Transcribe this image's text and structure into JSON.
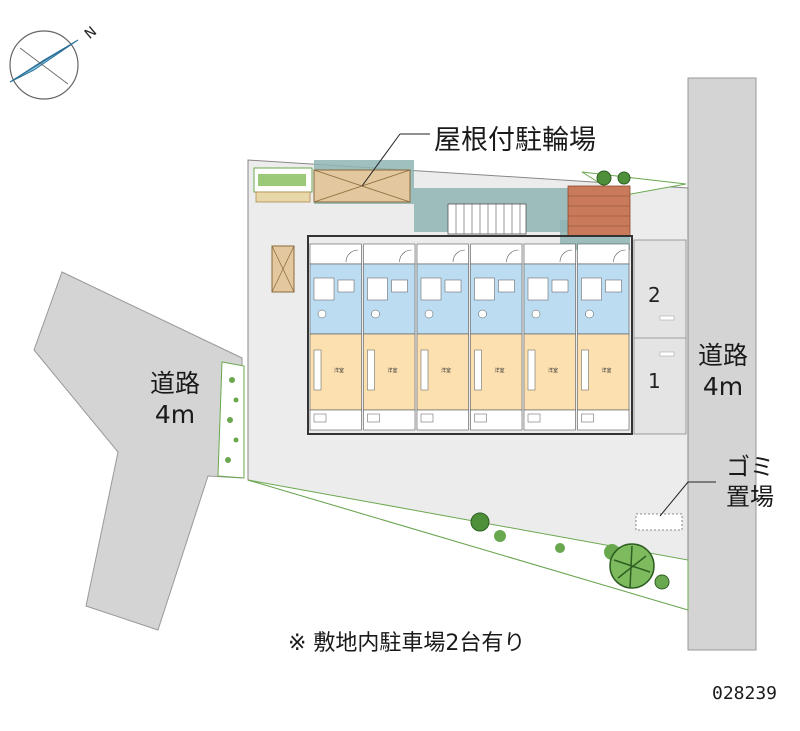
{
  "labels": {
    "road_left_line1": "道路",
    "road_left_line2": "4m",
    "road_right_line1": "道路",
    "road_right_line2": "4m",
    "bicycle_parking": "屋根付駐輪場",
    "garbage_line1": "ゴミ",
    "garbage_line2": "置場",
    "parking_note": "※ 敷地内駐車場2台有り",
    "property_code": "028239",
    "parking_space_1": "1",
    "parking_space_2": "2",
    "compass_letter": "N"
  },
  "units": [
    {
      "room_label": "洋室"
    },
    {
      "room_label": "洋室"
    },
    {
      "room_label": "洋室"
    },
    {
      "room_label": "洋室"
    },
    {
      "room_label": "洋室"
    },
    {
      "room_label": "洋室"
    }
  ],
  "colors": {
    "road": "#d3d3d3",
    "site": "#ececec",
    "room": "#fce0b0",
    "bath": "#bcdcf2",
    "shadow": "#8fb5b5",
    "bike_roof": "#e3c79e",
    "brick": "#c87a5a",
    "green": "#6aa84f"
  }
}
